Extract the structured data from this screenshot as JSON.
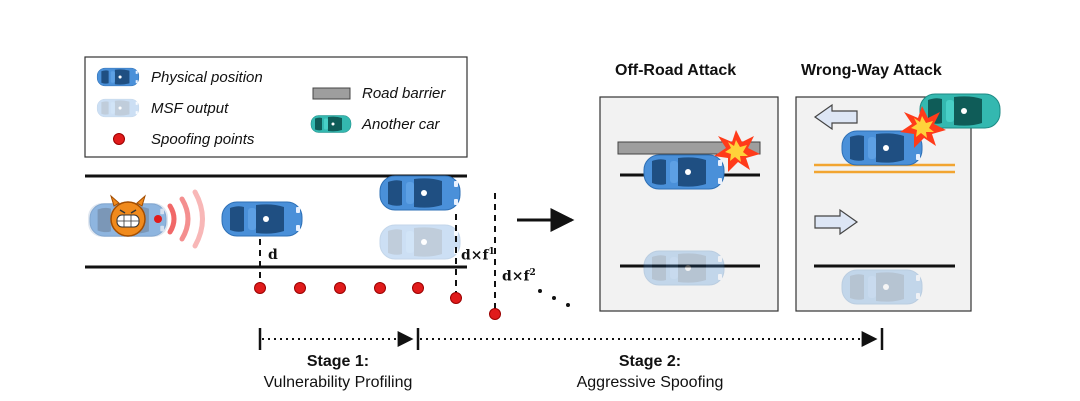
{
  "legend": {
    "physical_position": "Physical position",
    "msf_output": "MSF output",
    "spoofing_points": "Spoofing points",
    "road_barrier": "Road barrier",
    "another_car": "Another car"
  },
  "panels": {
    "off_road_title": "Off-Road Attack",
    "wrong_way_title": "Wrong-Way Attack"
  },
  "distances": {
    "d": "d",
    "d_f1_base": "d×f",
    "d_f1_exp": "1",
    "d_f2_base": "d×f",
    "d_f2_exp": "2"
  },
  "stages": {
    "stage1_name": "Stage 1:",
    "stage1_desc": "Vulnerability Profiling",
    "stage2_name": "Stage 2:",
    "stage2_desc": "Aggressive Spoofing"
  },
  "colors": {
    "physical_car": "#4a90d9",
    "msf_car": "#c9dcef",
    "another_car": "#34b8b0",
    "spoof_point": "#e01b1b",
    "barrier": "#9e9e9e",
    "lane_yellow": "#f2a531",
    "panel_bg": "#f2f2f2"
  }
}
